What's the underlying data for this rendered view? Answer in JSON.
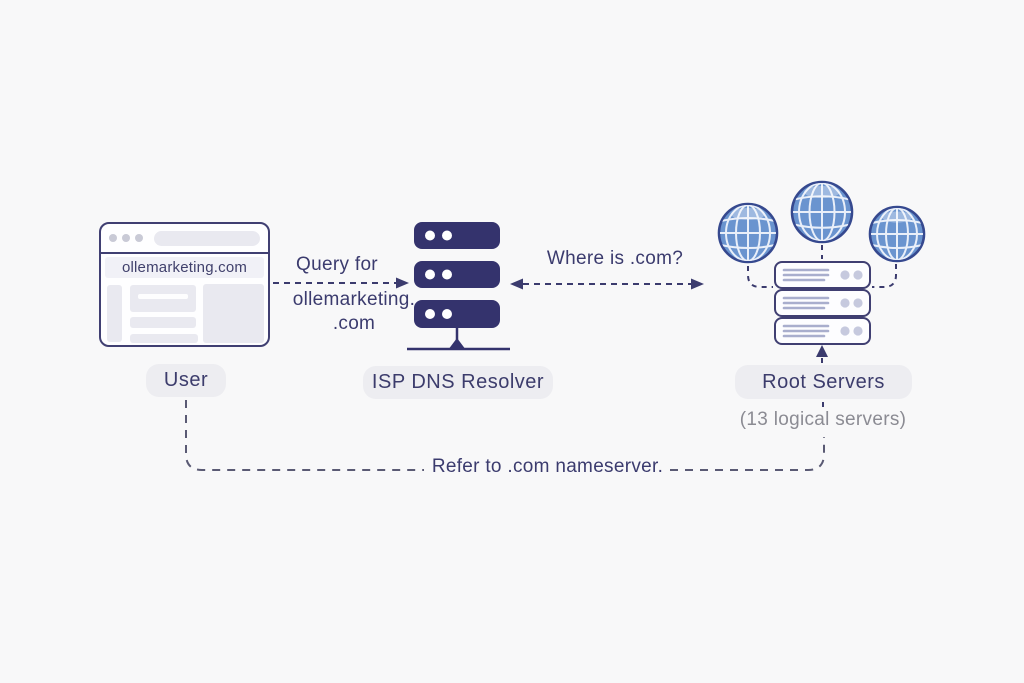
{
  "diagram": {
    "title_implicit": "DNS query flow",
    "user": {
      "label": "User",
      "browser_url": "ollemarketing.com"
    },
    "resolver": {
      "label": "ISP DNS Resolver"
    },
    "root_servers": {
      "label": "Root Servers",
      "note": "(13 logical servers)"
    },
    "edges": {
      "query_line1": "Query for",
      "query_line2": "ollemarketing.",
      "query_line3": ".com",
      "where_label": "Where is .com?",
      "refer_label": "Refer to .com nameserver."
    },
    "colors": {
      "navy_shape": "#34336d",
      "navy_border": "#403f72",
      "text_navy": "#3c3c6c",
      "globe_blue": "#6a94cf",
      "globe_grid": "#e9eff9",
      "pill_bg": "#ededf1",
      "placeholder_block": "#e9e9f0",
      "note_gray": "#8b8b93",
      "background": "#f8f8f9"
    }
  }
}
